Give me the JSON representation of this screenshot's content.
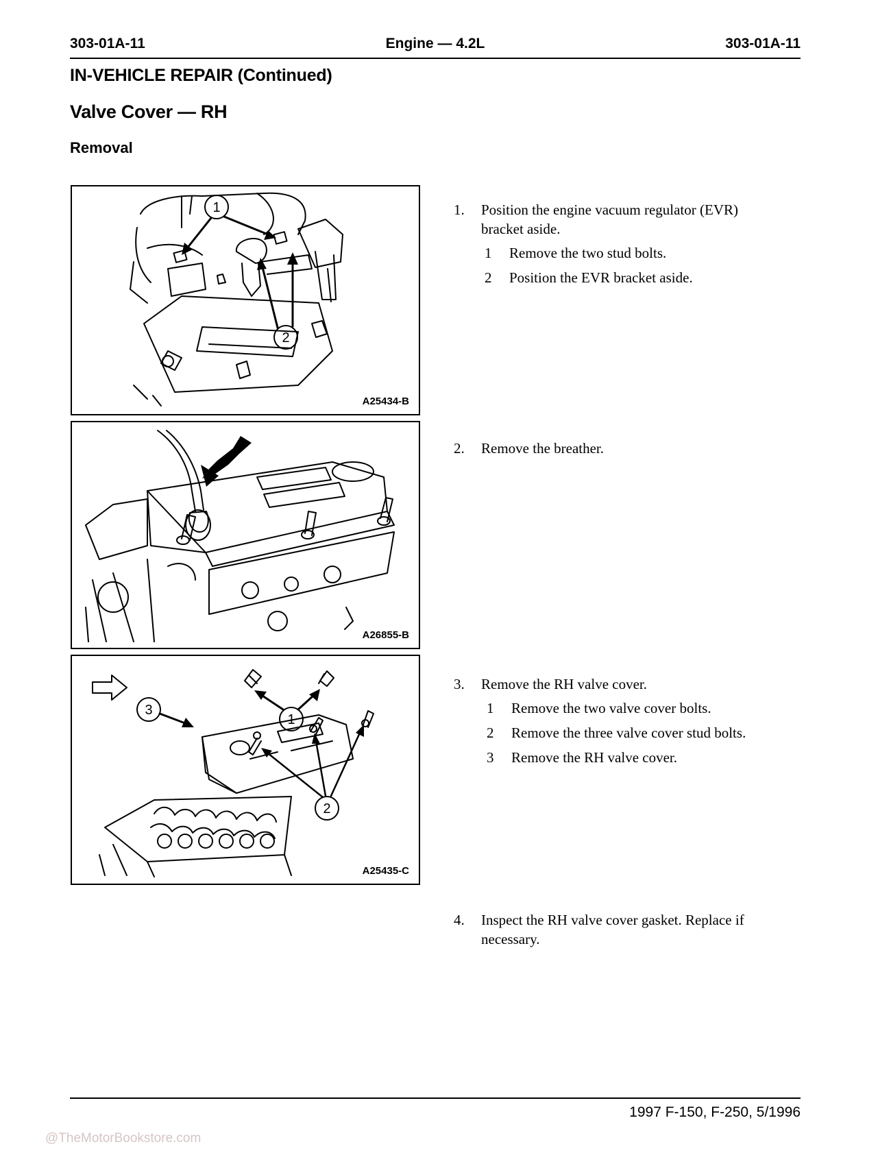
{
  "header": {
    "left": "303-01A-11",
    "center": "Engine — 4.2L",
    "right": "303-01A-11"
  },
  "section_title": "IN-VEHICLE REPAIR (Continued)",
  "procedure_title": "Valve Cover — RH",
  "subsection": "Removal",
  "figures": [
    {
      "code": "A25434-B",
      "callouts": [
        "1",
        "2"
      ]
    },
    {
      "code": "A26855-B",
      "callouts": []
    },
    {
      "code": "A25435-C",
      "callouts": [
        "1",
        "2",
        "3"
      ]
    }
  ],
  "steps": [
    {
      "num": "1.",
      "text": "Position the engine vacuum regulator (EVR) bracket aside.",
      "substeps": [
        {
          "num": "1",
          "text": "Remove the two stud bolts."
        },
        {
          "num": "2",
          "text": "Position the EVR bracket aside."
        }
      ]
    },
    {
      "num": "2.",
      "text": "Remove the breather.",
      "substeps": []
    },
    {
      "num": "3.",
      "text": "Remove the RH valve cover.",
      "substeps": [
        {
          "num": "1",
          "text": "Remove the two valve cover bolts."
        },
        {
          "num": "2",
          "text": "Remove the three valve cover stud bolts."
        },
        {
          "num": "3",
          "text": "Remove the RH valve cover."
        }
      ]
    },
    {
      "num": "4.",
      "text": "Inspect the RH valve cover gasket. Replace if necessary.",
      "substeps": []
    }
  ],
  "footer": "1997 F-150, F-250, 5/1996",
  "watermark": "@TheMotorBookstore.com"
}
